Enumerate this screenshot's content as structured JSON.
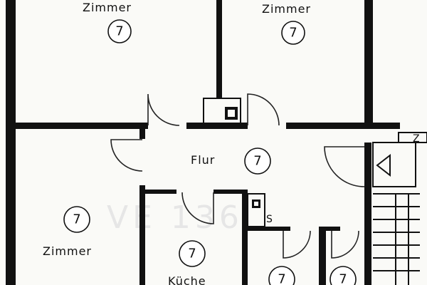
{
  "rooms": {
    "top_left": {
      "name": "Zimmer",
      "number": "7"
    },
    "top_middle": {
      "name": "Zimmer",
      "number": "7"
    },
    "hallway": {
      "name": "Flur",
      "number": "7"
    },
    "left": {
      "name": "Zimmer",
      "number": "7"
    },
    "kitchen": {
      "name": "Küche",
      "number": "7"
    },
    "bath1": {
      "number": "7"
    },
    "bath2": {
      "number": "7"
    }
  },
  "marks": {
    "shaft": "S",
    "stair_mark": "Z",
    "watermark": "VE 136"
  }
}
